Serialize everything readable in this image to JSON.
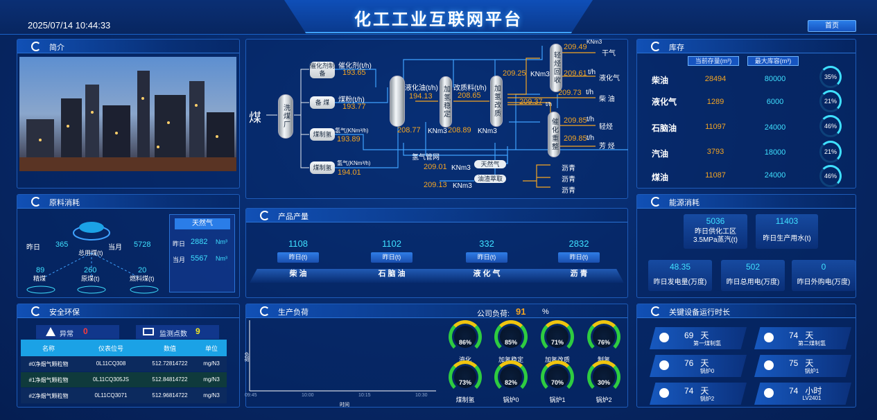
{
  "header": {
    "title": "化工工业互联网平台",
    "datetime": "2025/07/14 10:44:33",
    "home_label": "首页"
  },
  "intro": {
    "title": "简介"
  },
  "process": {
    "coal": "煤",
    "wash_plant": "洗煤厂",
    "catalyst_prep": "催化剂制备",
    "coal_prep": "备 煤",
    "coal_gas": "煤制氢",
    "coal_gas2": "煤制氢",
    "catalyst_label": "催化剂(t/h)",
    "catalyst_val": "193.65",
    "coal_powder_label": "煤粉(t/h)",
    "coal_powder_val": "193.77",
    "h2_label": "氢气(KNm³/h)",
    "h2_val": "193.89",
    "h2_label2": "氢气(KNm³/h)",
    "h2_val2": "194.01",
    "liq_oil_label": "液化油(t/h)",
    "liq_oil_val": "194.13",
    "v1_val": "208.77",
    "v1_unit": "KNm3",
    "hydro_stable": "加氢稳定",
    "modify_label": "改质料(t/h)",
    "modify_val": "208.65",
    "v2_val": "208.89",
    "v2_unit": "KNm3",
    "hydro_modify": "加氢改质",
    "h2_net": "氢气管网",
    "h2_net_val": "209.01",
    "h2_net_unit": "KNm3",
    "natural_gas": "天然气",
    "slag_val": "209.13",
    "slag_unit": "KNm3",
    "slag_extract": "油渣萃取",
    "asphalt1": "沥青",
    "asphalt2": "沥青",
    "asphalt3": "沥青",
    "light_recover": "轻烃回收",
    "lr_val": "209.25",
    "lr_unit": "KNm3",
    "lr_out1_val": "209.49",
    "lr_out1_unit": "KNm3",
    "dry_gas": "干气",
    "lr_out2_val": "209.61",
    "lr_out2_unit": "t/h",
    "lpg": "液化气",
    "diesel_val": "209.73",
    "diesel_unit": "t/h",
    "diesel": "柴 油",
    "reform_in_val": "209.37",
    "reform_in_unit": "t/h",
    "cat_reform": "催化重整",
    "light_hc_val": "209.85",
    "light_hc_unit": "t/h",
    "light_hc": "轻烃",
    "aromatic_val": "209.85",
    "aromatic_unit": "t/h",
    "aromatic": "芳 烃"
  },
  "stock": {
    "title": "库存",
    "col_current": "当前存量(m³)",
    "col_max": "最大库容(m³)",
    "rows": [
      {
        "name": "柴油",
        "current": "28494",
        "max": "80000",
        "pct": "35%"
      },
      {
        "name": "液化气",
        "current": "1289",
        "max": "6000",
        "pct": "21%"
      },
      {
        "name": "石脑油",
        "current": "11097",
        "max": "24000",
        "pct": "46%"
      },
      {
        "name": "汽油",
        "current": "3793",
        "max": "18000",
        "pct": "21%"
      },
      {
        "name": "煤油",
        "current": "11087",
        "max": "24000",
        "pct": "46%"
      }
    ]
  },
  "raw": {
    "title": "原料消耗",
    "yesterday_label": "昨日",
    "yesterday_val": "365",
    "month_label": "当月",
    "month_val": "5728",
    "total_label": "总用煤(t)",
    "fine_val": "89",
    "fine_label": "精煤",
    "raw_val": "260",
    "raw_label": "原煤(t)",
    "fuel_val": "20",
    "fuel_label": "燃料煤(t)",
    "gas_title": "天然气",
    "gas_y_label": "昨日",
    "gas_y_val": "2882",
    "gas_unit": "Nm³",
    "gas_m_label": "当月",
    "gas_m_val": "5567",
    "gas_unit2": "Nm³"
  },
  "product": {
    "title": "产品产量",
    "items": [
      {
        "value": "1108",
        "sub": "昨日(t)",
        "name": "柴 油"
      },
      {
        "value": "1102",
        "sub": "昨日(t)",
        "name": "石 脑 油"
      },
      {
        "value": "332",
        "sub": "昨日(t)",
        "name": "液 化 气"
      },
      {
        "value": "2832",
        "sub": "昨日(t)",
        "name": "沥 青"
      }
    ]
  },
  "energy": {
    "title": "能源消耗",
    "steam_val": "5036",
    "steam_label": "昨日供化工区3.5MPa蒸汽(t)",
    "water_val": "11403",
    "water_label": "昨日生产用水(t)",
    "gen_val": "48.35",
    "gen_label": "昨日发电量(万度)",
    "use_val": "502",
    "use_label": "昨日总用电(万度)",
    "buy_val": "0",
    "buy_label": "昨日外购电(万度)"
  },
  "safety": {
    "title": "安全环保",
    "abnormal_label": "异常",
    "abnormal_val": "0",
    "points_label": "监测点数",
    "points_val": "9",
    "headers": [
      "名称",
      "仪表位号",
      "数值",
      "单位"
    ],
    "rows": [
      [
        "#0净烟气颗粒物",
        "0L11CQ308",
        "512.72814722",
        "mg/N3"
      ],
      [
        "#1净烟气颗粒物",
        "0L11CQ305JS",
        "512.84814722",
        "mg/N3"
      ],
      [
        "#2净烟气颗粒物",
        "0L11CQ3071",
        "512.96814722",
        "mg/N3"
      ]
    ]
  },
  "load": {
    "title": "生产负荷",
    "company_label": "公司负荷:",
    "company_val": "91",
    "company_unit": "%",
    "yaxis": "负荷",
    "xaxis": "时间",
    "ticks": [
      "09:45",
      "10:00",
      "10:15",
      "10:30"
    ],
    "gauges": [
      {
        "pct": "86%",
        "name": "液化"
      },
      {
        "pct": "85%",
        "name": "加氢稳定"
      },
      {
        "pct": "71%",
        "name": "加氢改质"
      },
      {
        "pct": "76%",
        "name": "制氢"
      },
      {
        "pct": "73%",
        "name": "煤制氢"
      },
      {
        "pct": "82%",
        "name": "锅炉0"
      },
      {
        "pct": "70%",
        "name": "锅炉1"
      },
      {
        "pct": "30%",
        "name": "锅炉2"
      }
    ]
  },
  "equipment": {
    "title": "关键设备运行时长",
    "cards": [
      {
        "value": "69",
        "unit": "天",
        "name": "第一煤制氢"
      },
      {
        "value": "74",
        "unit": "天",
        "name": "第二煤制氢"
      },
      {
        "value": "76",
        "unit": "天",
        "name": "锅炉0"
      },
      {
        "value": "75",
        "unit": "天",
        "name": "锅炉1"
      },
      {
        "value": "74",
        "unit": "天",
        "name": "锅炉2"
      },
      {
        "value": "74",
        "unit": "小时",
        "name": "LV2401"
      }
    ]
  }
}
